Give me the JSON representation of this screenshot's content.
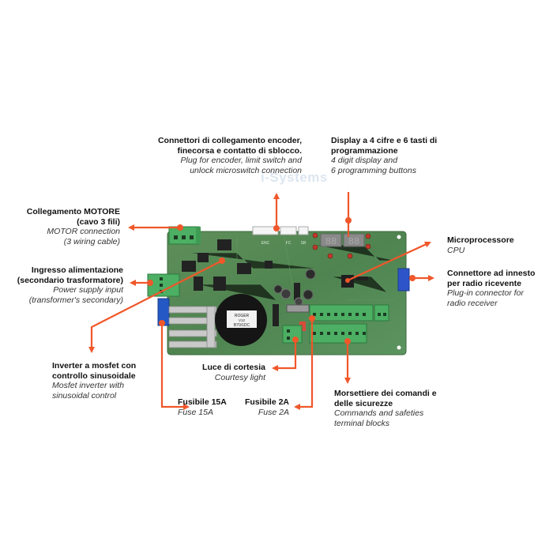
{
  "accent_color": "#f0572a",
  "watermark": "i-Systems",
  "board": {
    "display_digits": "88 88",
    "connector_labels": [
      "ENC",
      "FC",
      "SB"
    ],
    "capacitor_text": [
      "ROGER",
      "V12",
      "B70/1DC"
    ]
  },
  "callouts": {
    "encoder": {
      "title_it": "Connettori di collegamento encoder,",
      "title_it_2": "finecorsa e contatto di sblocco.",
      "desc_en": "Plug for encoder, limit switch and",
      "desc_en_2": "unlock microswitch connection"
    },
    "display": {
      "title_it": "Display a 4 cifre e  6 tasti di",
      "title_it_2": "programmazione",
      "desc_en": "4 digit display and",
      "desc_en_2": "6 programming buttons"
    },
    "motor": {
      "title_it": "Collegamento MOTORE",
      "title_it_2": "(cavo 3 fili)",
      "desc_en": "MOTOR connection",
      "desc_en_2": "(3 wiring cable)"
    },
    "power": {
      "title_it": "Ingresso alimentazione",
      "title_it_2": "(secondario trasformatore)",
      "desc_en": "Power supply input",
      "desc_en_2": "(transformer's secondary)"
    },
    "cpu": {
      "title_it": "Microprocessore",
      "desc_en": "CPU"
    },
    "radio": {
      "title_it": "Connettore ad innesto",
      "title_it_2": "per radio ricevente",
      "desc_en": "Plug-in connector for",
      "desc_en_2": "radio receiver"
    },
    "inverter": {
      "title_it": "Inverter a mosfet con",
      "title_it_2": "controllo sinusoidale",
      "desc_en": "Mosfet inverter with",
      "desc_en_2": "sinusoidal control"
    },
    "courtesy": {
      "title_it": "Luce di cortesia",
      "desc_en": "Courtesy light"
    },
    "fuse15": {
      "title_it": "Fusibile 15A",
      "desc_en": "Fuse 15A"
    },
    "fuse2": {
      "title_it": "Fusibile 2A",
      "desc_en": "Fuse 2A"
    },
    "terminals": {
      "title_it": "Morsettiere dei  comandi e",
      "title_it_2": "delle sicurezze",
      "desc_en": "Commands and safeties",
      "desc_en_2": "terminal blocks"
    }
  }
}
